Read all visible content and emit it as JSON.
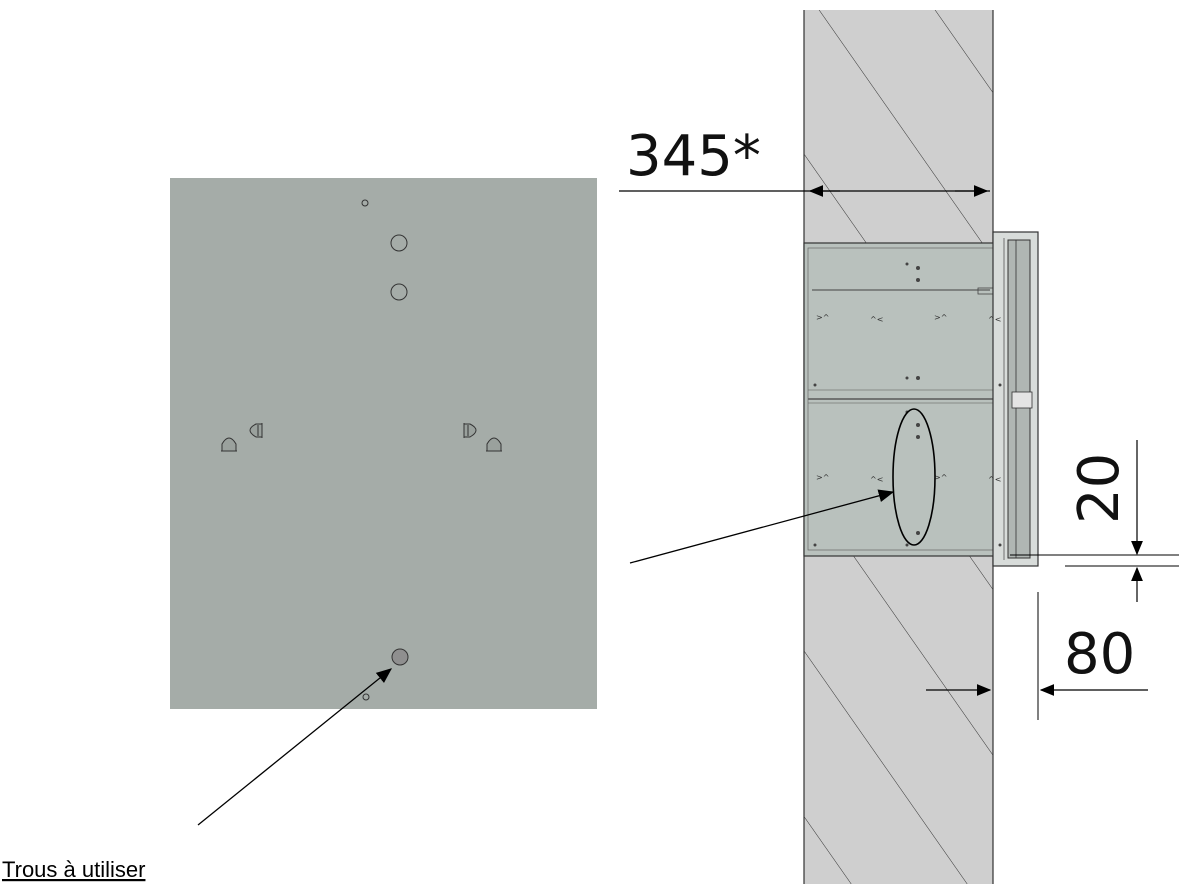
{
  "dimensions": {
    "wall_depth": "345*",
    "top_gap": "20",
    "overhang": "80"
  },
  "caption": "Trous à utiliser",
  "colors": {
    "panel": "#a5aca8",
    "wall": "#cfcfcf",
    "box": "#b9c1bd",
    "line": "#000000"
  }
}
